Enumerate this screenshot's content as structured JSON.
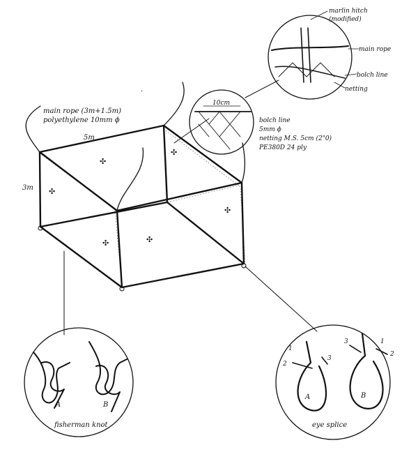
{
  "cage": {
    "main_rope": "main rope (3m+1.5m)",
    "polyethylene": "polyethylene 10mm ϕ",
    "width": "5m",
    "height": "3m"
  },
  "net_detail": {
    "mesh_width": "10cm",
    "bolch_line": "bolch line",
    "bolch_diameter": "5mm ϕ",
    "netting": "netting M.S. 5cm (2\"0)",
    "material": "PE380D 24 ply"
  },
  "hitch_detail": {
    "marlin_hitch": "marlin hitch",
    "modified": "(modified)",
    "main_rope": "main rope",
    "bolch_line": "bolch line",
    "netting": "netting"
  },
  "fisherman_knot": {
    "caption": "fisherman knot",
    "label_a": "A",
    "label_b": "B"
  },
  "eye_splice": {
    "caption": "eye splice",
    "label_a": "A",
    "label_b": "B",
    "strands": [
      "1",
      "2",
      "3"
    ]
  },
  "colors": {
    "ink": "#111111",
    "paper": "#ffffff"
  }
}
